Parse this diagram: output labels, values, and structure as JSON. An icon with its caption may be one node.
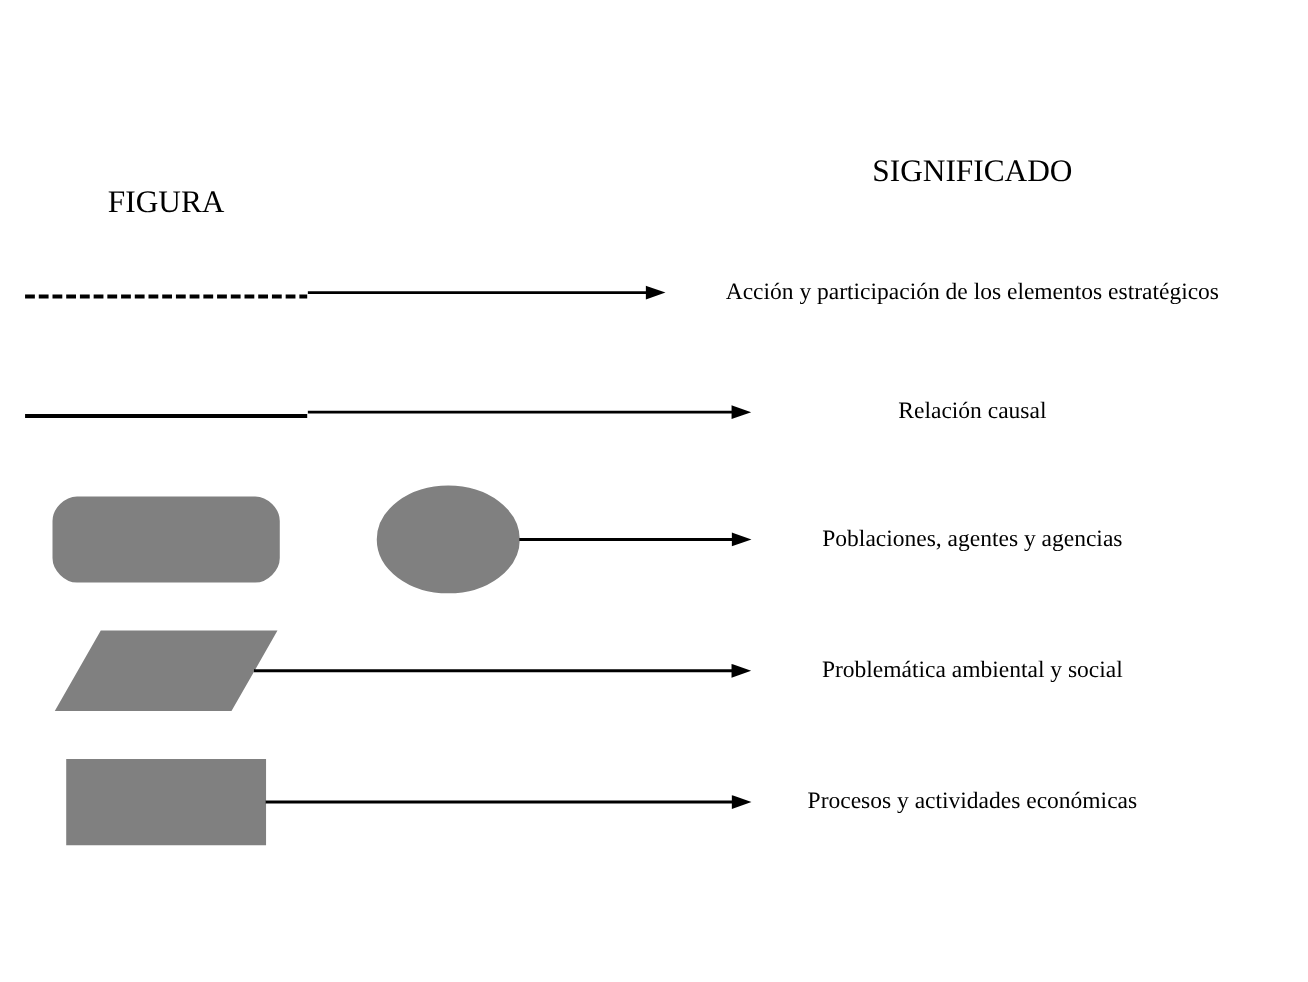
{
  "diagram": {
    "nodes": [
      {
        "text": [],
        "shape": "box"
      },
      {
        "text": [
          "Procesos y actividades económicas"
        ]
      },
      {
        "text": [],
        "shape": "parallelogram"
      },
      {
        "text": [
          "Problemática ambiental y social"
        ]
      },
      {
        "text": [],
        "shape": "rounded"
      },
      {
        "text": [],
        "shape": "circle"
      },
      {
        "text": [
          "Poblaciones, agentes y agencias"
        ]
      },
      {
        "text": [],
        "shape": "line"
      },
      {
        "text": [
          "Relación causal"
        ]
      },
      {
        "text": [],
        "shape": "dashed"
      },
      {
        "text": [
          "Acción y participación de los elementos estratégicos"
        ]
      }
    ],
    "edges": [
      {
        "from": 0,
        "to": 1,
        "arrow": "to"
      },
      {
        "from": 2,
        "to": 3,
        "arrow": "to"
      },
      {
        "from": 5,
        "to": 6,
        "arrow": "to"
      },
      {
        "from": 7,
        "to": 8,
        "arrow": "to"
      },
      {
        "from": 9,
        "to": 10,
        "arrow": "to"
      }
    ],
    "labels": [
      "FIGURA",
      "SIGNIFICADO"
    ]
  }
}
